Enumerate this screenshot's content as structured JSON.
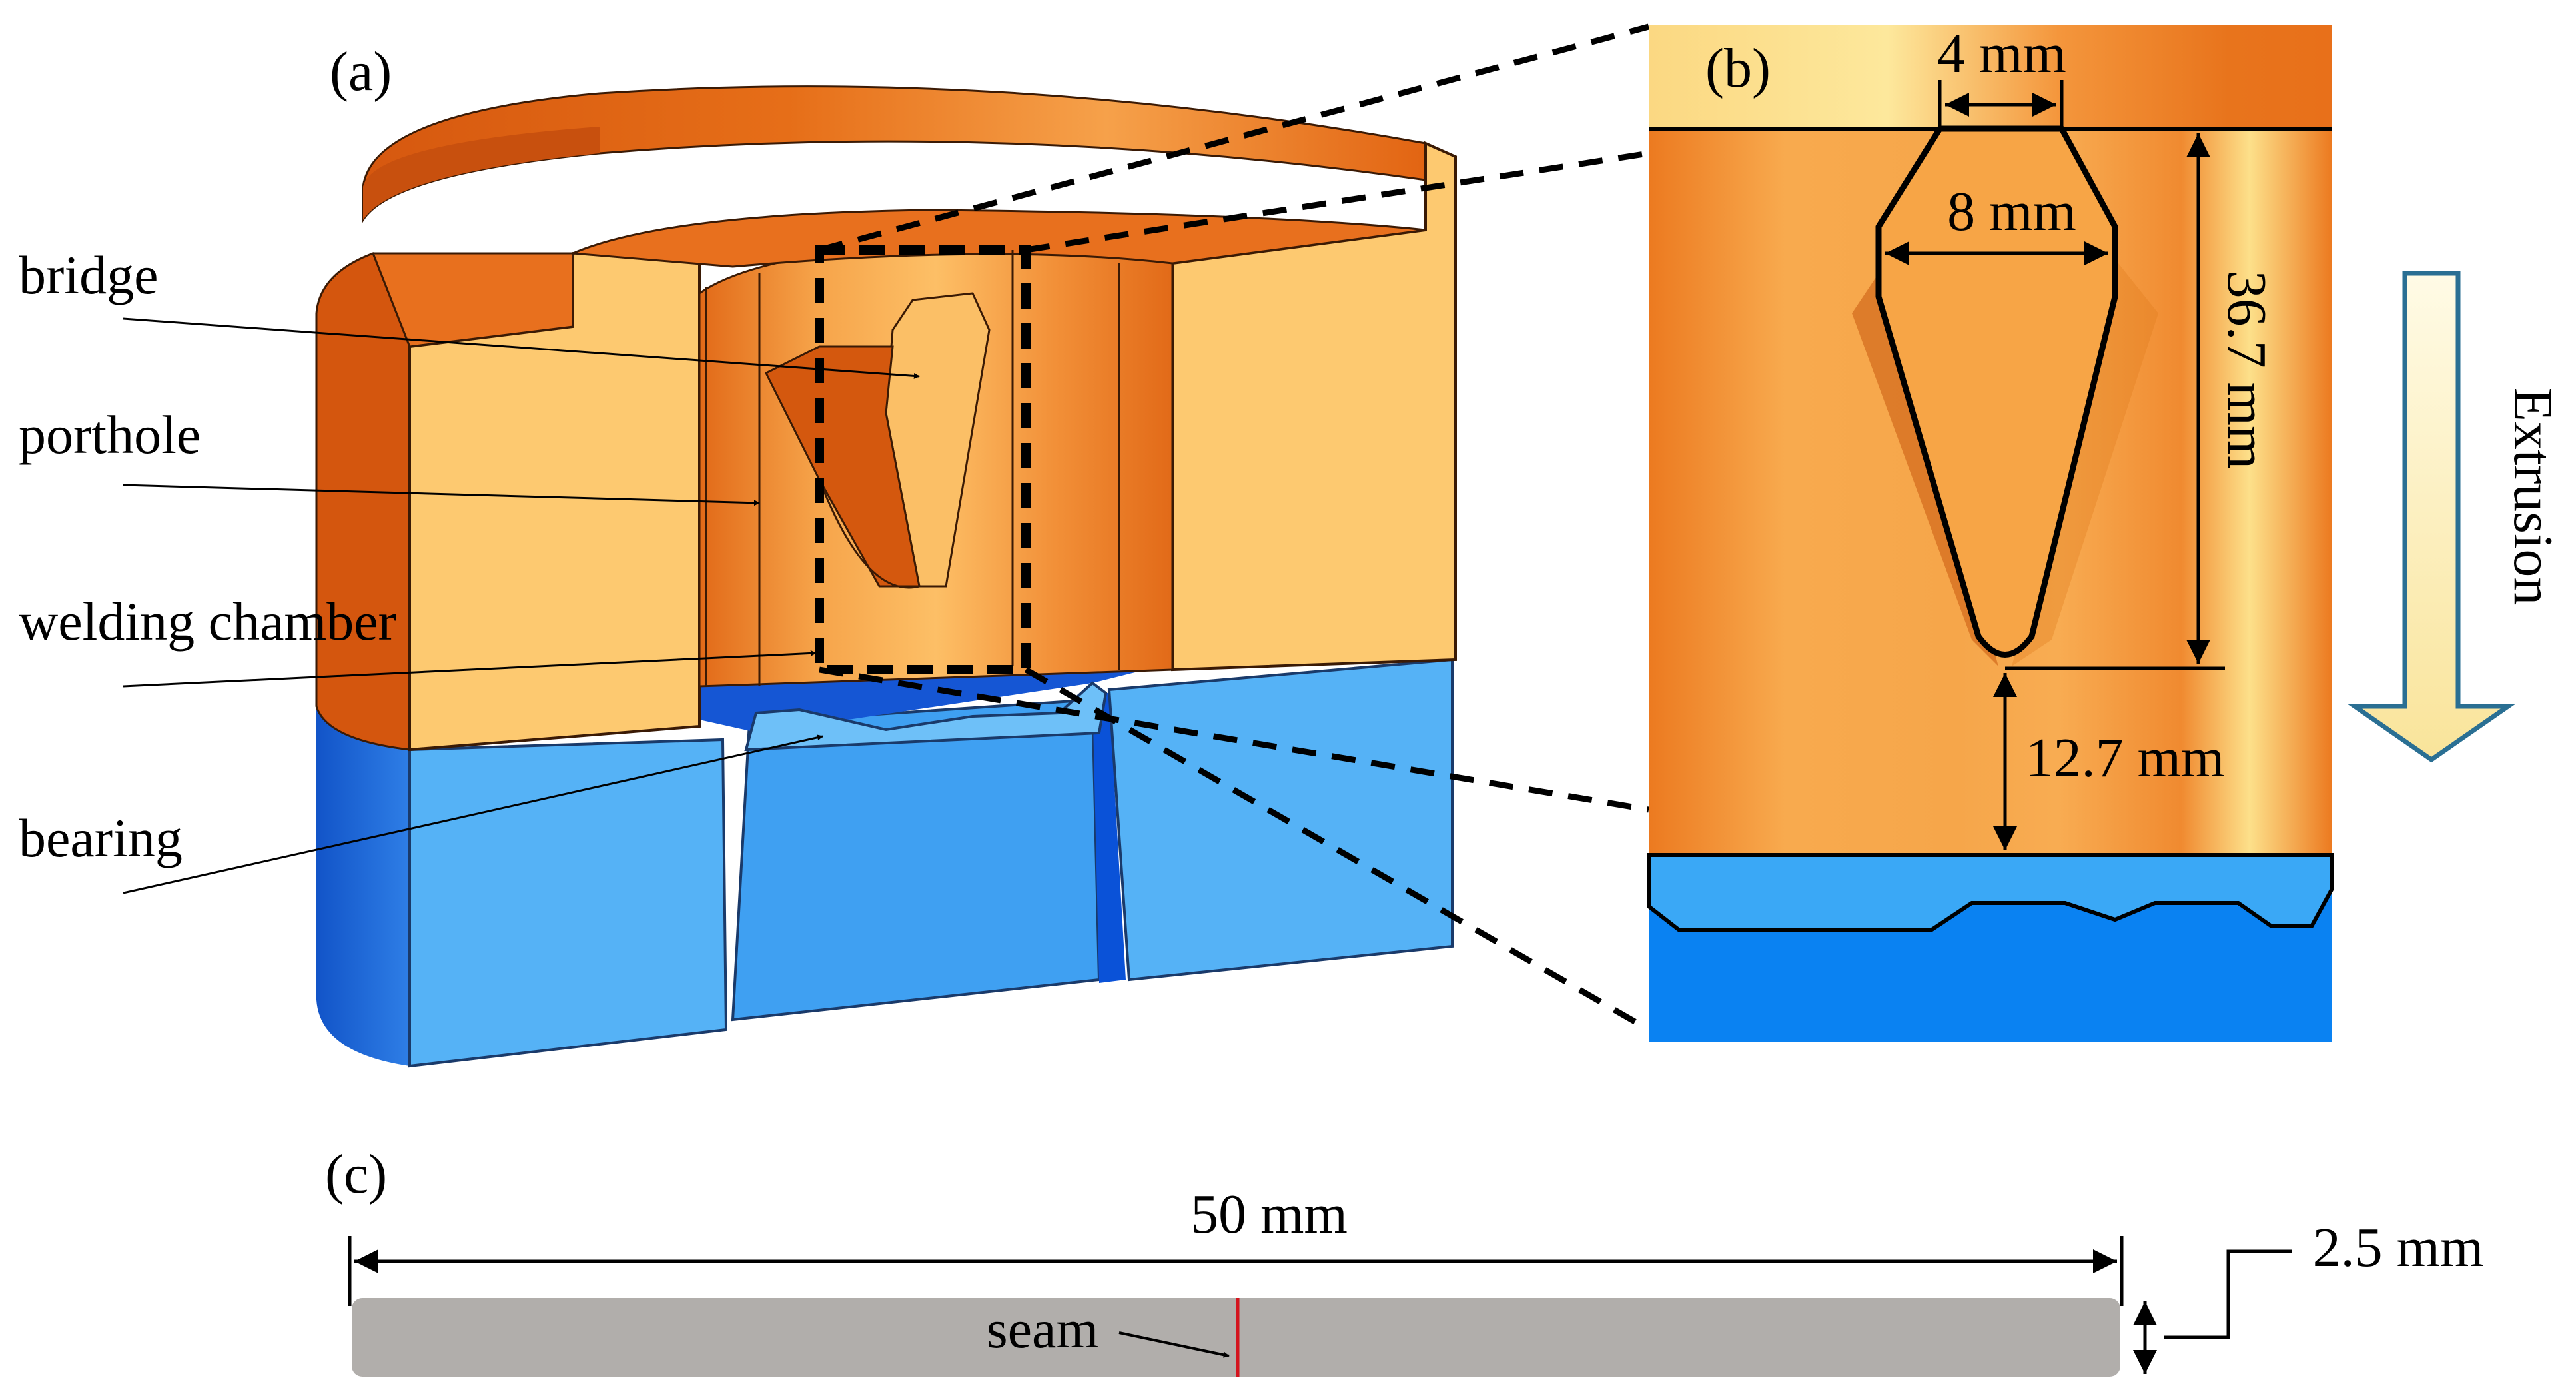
{
  "panels": {
    "a": "(a)",
    "b": "(b)",
    "c": "(c)"
  },
  "callouts": {
    "bridge": "bridge",
    "porthole": "porthole",
    "welding_chamber": "welding chamber",
    "bearing": "bearing"
  },
  "dimensions": {
    "top_width": "4 mm",
    "mid_width": "8 mm",
    "height": "36.7 mm",
    "gap": "12.7 mm",
    "strip_length": "50 mm",
    "strip_thickness": "2.5 mm"
  },
  "flow_label": "Extrusion",
  "seam_label": "seam",
  "colors": {
    "die_orange": "#e8701e",
    "die_light": "#fcc970",
    "die_dark": "#c8500e",
    "bearing_blue": "#55b0f5",
    "bearing_dark": "#1a5fd0",
    "strip_gray": "#b1aeab",
    "seam_red": "#d4141e",
    "arrow_fill": "#fdf3c8",
    "arrow_stroke": "#2a6f93"
  }
}
